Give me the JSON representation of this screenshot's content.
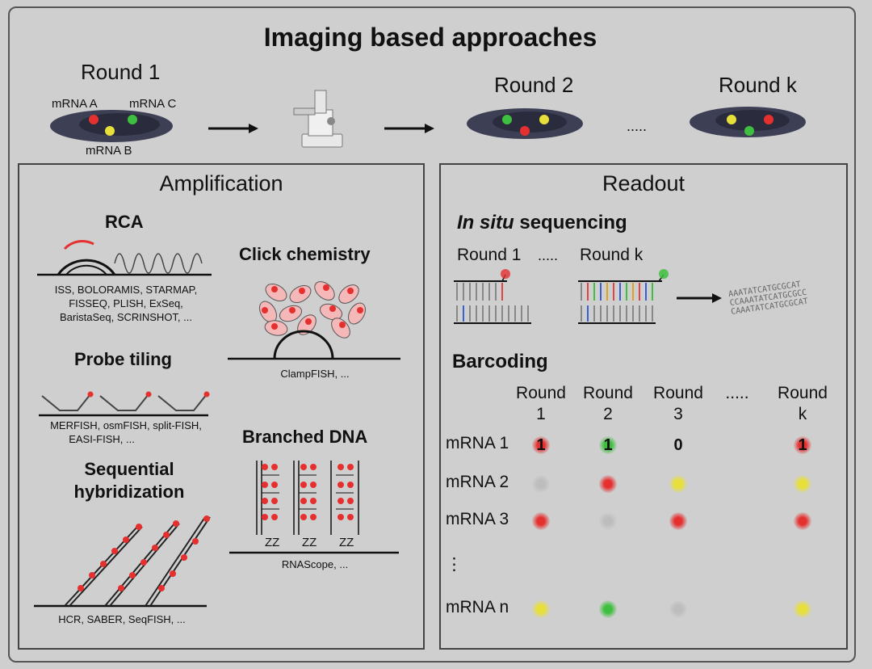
{
  "title": "Imaging based approaches",
  "top": {
    "round1": "Round 1",
    "round2": "Round 2",
    "roundk": "Round k",
    "mrna_a": "mRNA A",
    "mrna_b": "mRNA B",
    "mrna_c": "mRNA C",
    "ellipsis": "....."
  },
  "amplification": {
    "heading": "Amplification",
    "rca": {
      "label": "RCA",
      "techs": [
        "ISS, BOLORAMIS, STARMAP,",
        "FISSEQ, PLISH, ExSeq,",
        "BaristaSeq, SCRINSHOT, ..."
      ]
    },
    "click": {
      "label": "Click chemistry",
      "techs": [
        "ClampFISH, ..."
      ]
    },
    "probe": {
      "label": "Probe tiling",
      "techs": [
        "MERFISH, osmFISH, split-FISH,",
        "EASI-FISH, ..."
      ]
    },
    "branched": {
      "label": "Branched DNA",
      "techs": [
        "RNAScope, ..."
      ],
      "zz": "ZZ"
    },
    "seqhyb": {
      "label_line1": "Sequential",
      "label_line2": "hybridization",
      "techs": [
        "HCR, SABER, SeqFISH, ..."
      ]
    }
  },
  "readout": {
    "heading": "Readout",
    "insitu": {
      "italic": "In situ",
      "rest": " sequencing",
      "round1": "Round 1",
      "dots": ".....",
      "roundk": "Round k"
    },
    "seq_text": [
      "AAATATCATGCGCAT",
      "CCAAATATCATGCGCC",
      "CAAATATCATGCGCAT"
    ],
    "barcoding": {
      "heading": "Barcoding",
      "columns": [
        {
          "line1": "Round",
          "line2": "1"
        },
        {
          "line1": "Round",
          "line2": "2"
        },
        {
          "line1": "Round",
          "line2": "3"
        },
        {
          "line1": ".....",
          "line2": ""
        },
        {
          "line1": "Round",
          "line2": "k"
        }
      ],
      "rows": [
        {
          "label": "mRNA 1",
          "cells": [
            "red:1",
            "green:1",
            "none:0",
            "skip",
            "red:1"
          ]
        },
        {
          "label": "mRNA 2",
          "cells": [
            "grey",
            "red",
            "yellow",
            "skip",
            "yellow"
          ]
        },
        {
          "label": "mRNA 3",
          "cells": [
            "red",
            "grey",
            "red",
            "skip",
            "red"
          ]
        },
        {
          "label": "⋮",
          "cells": []
        },
        {
          "label": "mRNA n",
          "cells": [
            "yellow",
            "green",
            "grey",
            "skip",
            "yellow"
          ]
        }
      ]
    }
  },
  "colors": {
    "red": "#e53030",
    "green": "#3fbf3f",
    "yellow": "#e8e03a",
    "grey": "#bdbdbd",
    "bg": "#cfcfcf"
  }
}
